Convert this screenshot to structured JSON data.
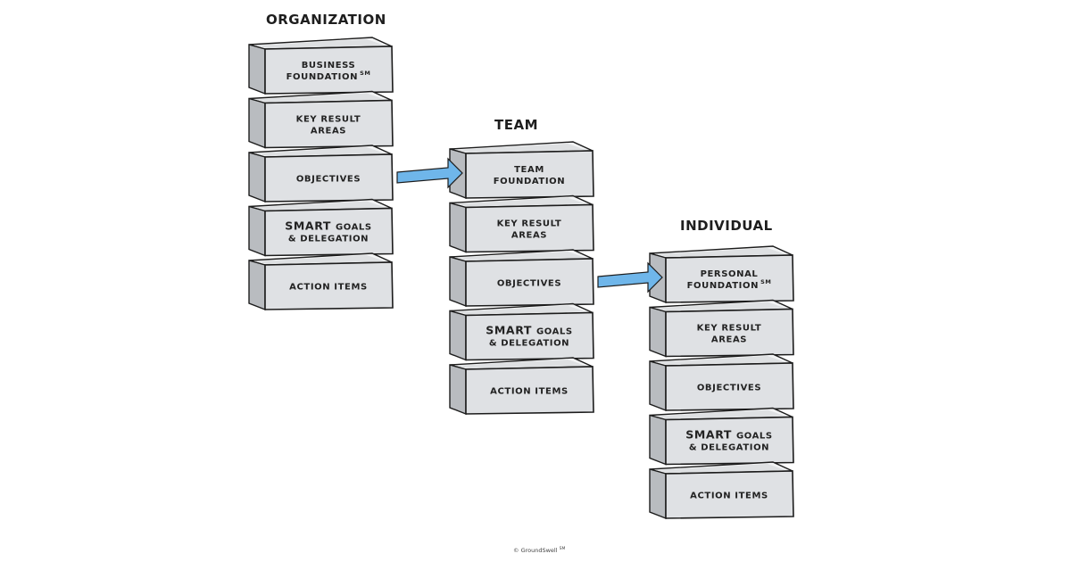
{
  "columns": [
    {
      "title": "ORGANIZATION",
      "boxes": [
        {
          "lines": [
            "BUSINESS",
            "FOUNDATION"
          ],
          "superscript": "SM"
        },
        {
          "lines": [
            "KEY RESULT",
            "AREAS"
          ],
          "superscript": ""
        },
        {
          "lines": [
            "OBJECTIVES"
          ],
          "superscript": ""
        },
        {
          "lines": [
            "SMART GOALS",
            "& DELEGATION"
          ],
          "superscript": ""
        },
        {
          "lines": [
            "ACTION ITEMS"
          ],
          "superscript": ""
        }
      ]
    },
    {
      "title": "TEAM",
      "boxes": [
        {
          "lines": [
            "TEAM",
            "FOUNDATION"
          ],
          "superscript": ""
        },
        {
          "lines": [
            "KEY RESULT",
            "AREAS"
          ],
          "superscript": ""
        },
        {
          "lines": [
            "OBJECTIVES"
          ],
          "superscript": ""
        },
        {
          "lines": [
            "SMART GOALS",
            "& DELEGATION"
          ],
          "superscript": ""
        },
        {
          "lines": [
            "ACTION ITEMS"
          ],
          "superscript": ""
        }
      ]
    },
    {
      "title": "INDIVIDUAL",
      "boxes": [
        {
          "lines": [
            "PERSONAL",
            "FOUNDATION"
          ],
          "superscript": "SM"
        },
        {
          "lines": [
            "KEY RESULT",
            "AREAS"
          ],
          "superscript": ""
        },
        {
          "lines": [
            "OBJECTIVES"
          ],
          "superscript": ""
        },
        {
          "lines": [
            "SMART GOALS",
            "& DELEGATION"
          ],
          "superscript": ""
        },
        {
          "lines": [
            "ACTION ITEMS"
          ],
          "superscript": ""
        }
      ]
    }
  ],
  "arrows": [
    {
      "from": "ORGANIZATION / OBJECTIVES",
      "to": "TEAM / TEAM FOUNDATION"
    },
    {
      "from": "TEAM / OBJECTIVES",
      "to": "INDIVIDUAL / PERSONAL FOUNDATION"
    }
  ],
  "footer": {
    "copyright": "© GroundSwell",
    "copyright_sup": "SM"
  },
  "colors": {
    "arrow": "#6fb6ea",
    "box_front": "#dfe1e4",
    "box_side": "#b9bcc0",
    "outline": "#1c1c1c"
  }
}
